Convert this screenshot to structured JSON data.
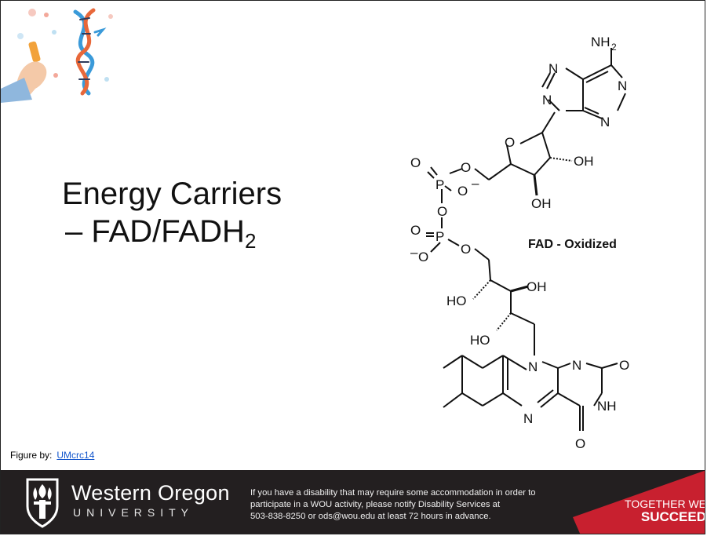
{
  "slide": {
    "title_line1": "Energy Carriers",
    "title_line2_prefix": "– FAD/FADH",
    "title_line2_subscript": "2"
  },
  "molecule": {
    "label": "FAD - Oxidized",
    "atoms": {
      "nh2": "NH",
      "nh2_sub": "2",
      "n": "N",
      "o": "O",
      "p": "P",
      "oh": "OH",
      "ho": "HO",
      "nh": "NH",
      "minus": "–"
    }
  },
  "credit": {
    "prefix": "Figure by:",
    "link_text": "UMcrc14"
  },
  "footer": {
    "university_name": "Western Oregon",
    "university_sub": "UNIVERSITY",
    "notice_lines": [
      "If you have a disability that may require some accommodation in order to",
      "participate in a WOU activity, please notify Disability Services at",
      "503-838-8250 or ods@wou.edu at least 72 hours in advance."
    ],
    "tagline_line1": "TOGETHER WE",
    "tagline_line2": "SUCCEED"
  },
  "colors": {
    "footer_bg": "#231f20",
    "tagline_red": "#c8202f",
    "dna_orange": "#e8683a",
    "dna_blue": "#3a9ad9",
    "link_blue": "#1155cc"
  },
  "icons": [
    "dna-helix-icon",
    "hand-with-test-tube-icon",
    "wou-torch-shield-icon"
  ]
}
